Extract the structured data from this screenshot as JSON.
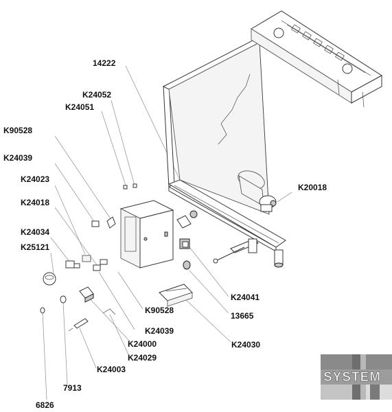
{
  "diagram": {
    "labels": [
      {
        "id": "14222",
        "text": "14222"
      },
      {
        "id": "K24052",
        "text": "K24052"
      },
      {
        "id": "K24051",
        "text": "K24051"
      },
      {
        "id": "K90528-a",
        "text": "K90528"
      },
      {
        "id": "K24039-a",
        "text": "K24039"
      },
      {
        "id": "K24023",
        "text": "K24023"
      },
      {
        "id": "K24018",
        "text": "K24018"
      },
      {
        "id": "K24034",
        "text": "K24034"
      },
      {
        "id": "K25121",
        "text": "K25121"
      },
      {
        "id": "K20018",
        "text": "K20018"
      },
      {
        "id": "K24041",
        "text": "K24041"
      },
      {
        "id": "13665",
        "text": "13665"
      },
      {
        "id": "K90528-b",
        "text": "K90528"
      },
      {
        "id": "K24039-b",
        "text": "K24039"
      },
      {
        "id": "K24000",
        "text": "K24000"
      },
      {
        "id": "K24030",
        "text": "K24030"
      },
      {
        "id": "K24029",
        "text": "K24029"
      },
      {
        "id": "K24003",
        "text": "K24003"
      },
      {
        "id": "7913",
        "text": "7913"
      },
      {
        "id": "6826",
        "text": "6826"
      }
    ]
  },
  "logo": {
    "text": "SYSTEM",
    "icon": "system-logo-icon"
  }
}
